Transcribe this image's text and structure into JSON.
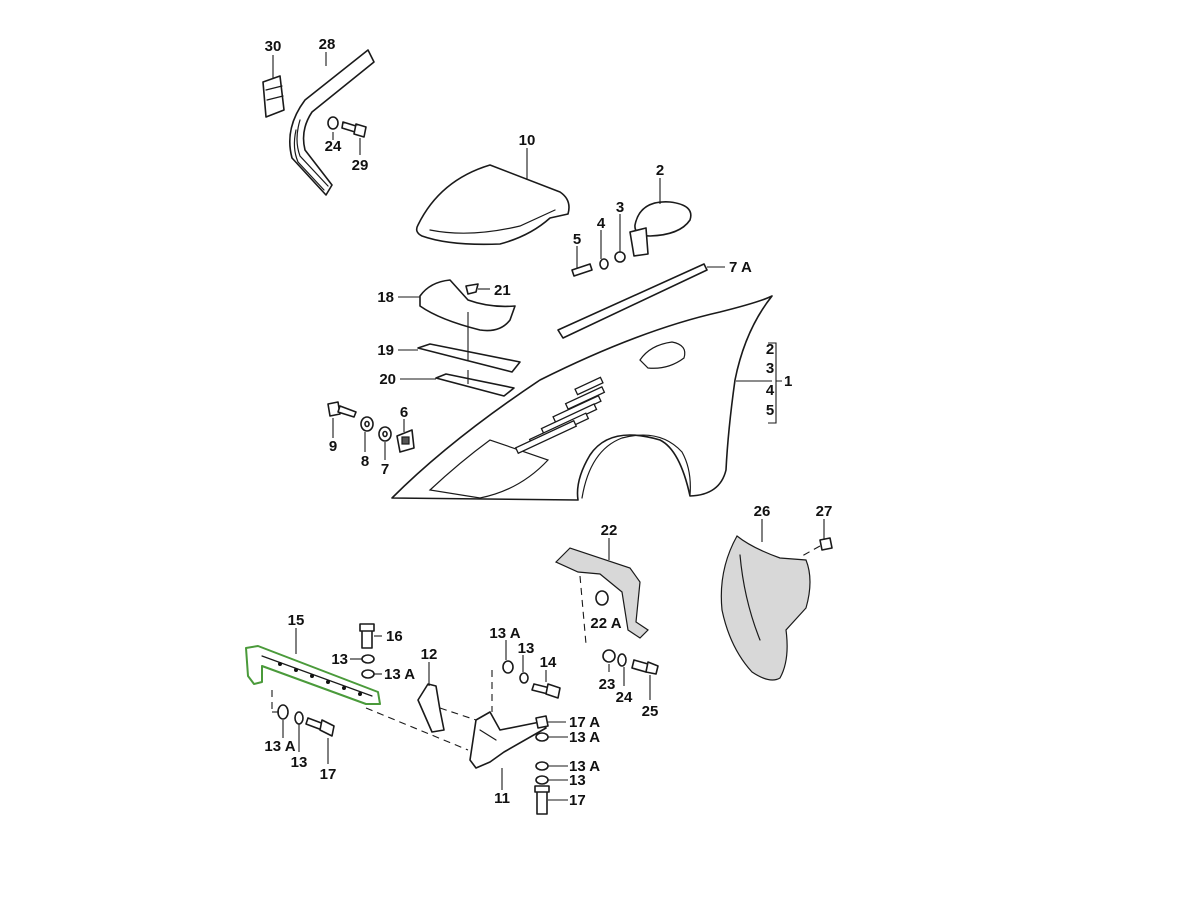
{
  "diagram": {
    "callouts": {
      "c30": "30",
      "c28": "28",
      "c24a": "24",
      "c29": "29",
      "c10": "10",
      "c2": "2",
      "c3": "3",
      "c4": "4",
      "c5": "5",
      "c7a": "7 A",
      "c21": "21",
      "c18": "18",
      "c19": "19",
      "c20": "20",
      "c9": "9",
      "c8": "8",
      "c6": "6",
      "c7": "7",
      "g2": "2",
      "g3": "3",
      "g4": "4",
      "g5": "5",
      "c1": "1",
      "c22": "22",
      "c22a": "22 A",
      "c26": "26",
      "c27": "27",
      "c15": "15",
      "c16": "16",
      "c13left": "13",
      "c13aleft": "13 A",
      "c12": "12",
      "c13atop": "13 A",
      "c13top": "13",
      "c14": "14",
      "c23": "23",
      "c24b": "24",
      "c25": "25",
      "c13abot": "13 A",
      "c13bot": "13",
      "c17a": "17",
      "c17a1": "17 A",
      "c13a1": "13 A",
      "c13a2": "13 A",
      "c13r": "13",
      "c17r": "17",
      "c11": "11"
    }
  }
}
